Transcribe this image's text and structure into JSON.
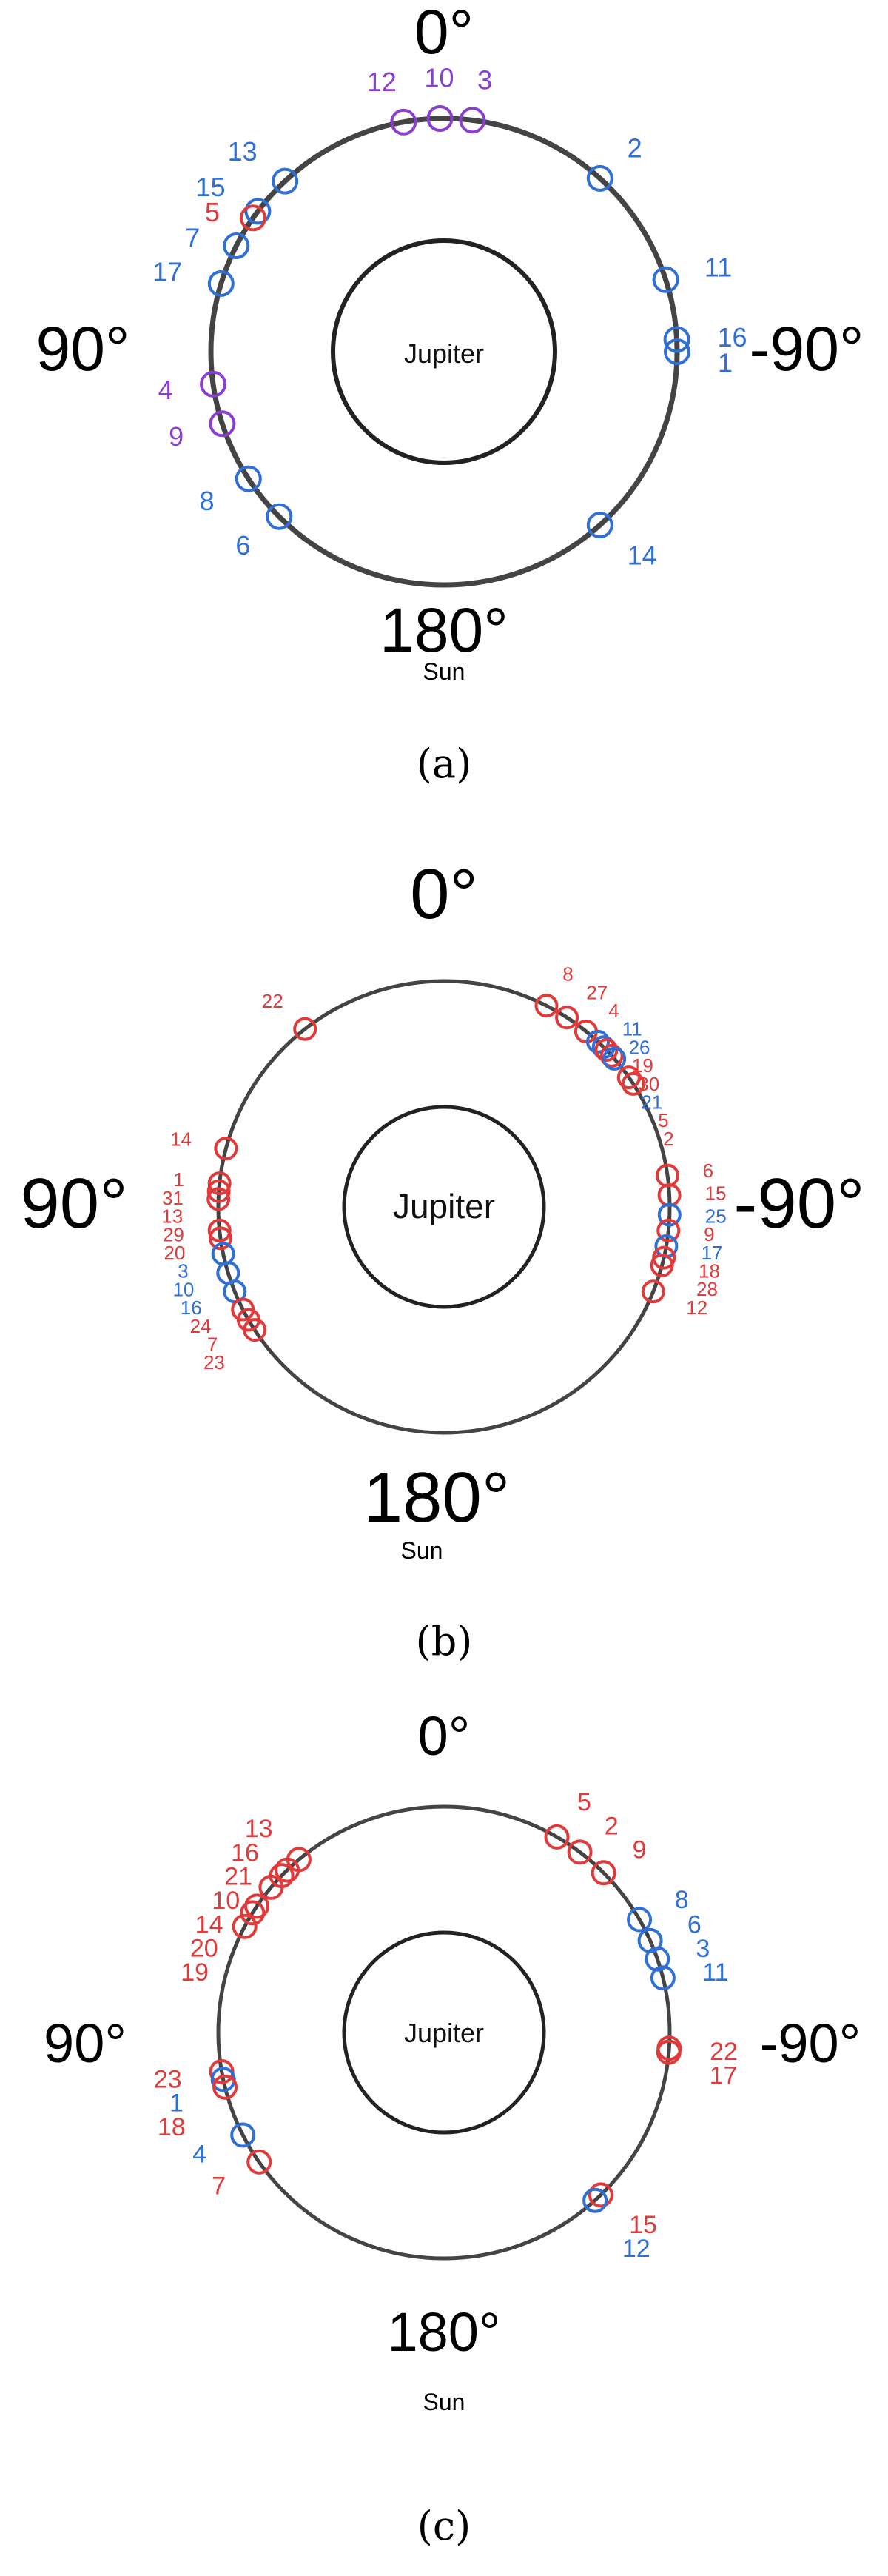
{
  "common": {
    "angle_top": "0°",
    "angle_left": "90°",
    "angle_right": "-90°",
    "angle_bottom": "180°",
    "sun_label": "Sun",
    "planet_label": "Jupiter"
  },
  "colors": {
    "red": "#e03a3a",
    "blue": "#2f6fd6",
    "purple": "#8a3fd1",
    "ring": "#444444"
  },
  "panels": [
    {
      "caption": "(a)",
      "markers": [
        {
          "n": "12",
          "angle": 10,
          "color": "purple"
        },
        {
          "n": "10",
          "angle": 1,
          "color": "purple"
        },
        {
          "n": "3",
          "angle": -7,
          "color": "purple"
        },
        {
          "n": "2",
          "angle": -42,
          "color": "blue"
        },
        {
          "n": "11",
          "angle": -72,
          "color": "blue"
        },
        {
          "n": "16",
          "angle": -87,
          "color": "blue"
        },
        {
          "n": "1",
          "angle": -90,
          "color": "blue"
        },
        {
          "n": "14",
          "angle": -138,
          "color": "blue"
        },
        {
          "n": "13",
          "angle": 43,
          "color": "blue"
        },
        {
          "n": "15",
          "angle": 53,
          "color": "blue"
        },
        {
          "n": "5",
          "angle": 55,
          "color": "red"
        },
        {
          "n": "7",
          "angle": 63,
          "color": "blue"
        },
        {
          "n": "17",
          "angle": 73,
          "color": "blue"
        },
        {
          "n": "4",
          "angle": 98,
          "color": "purple"
        },
        {
          "n": "9",
          "angle": 108,
          "color": "purple"
        },
        {
          "n": "8",
          "angle": 123,
          "color": "blue"
        },
        {
          "n": "6",
          "angle": 135,
          "color": "blue"
        }
      ]
    },
    {
      "caption": "(b)",
      "markers": [
        {
          "n": "22",
          "angle": 38,
          "color": "red"
        },
        {
          "n": "8",
          "angle": -27,
          "color": "red"
        },
        {
          "n": "27",
          "angle": -33,
          "color": "red"
        },
        {
          "n": "4",
          "angle": -39,
          "color": "red"
        },
        {
          "n": "11",
          "angle": -43,
          "color": "blue"
        },
        {
          "n": "26",
          "angle": -45,
          "color": "blue"
        },
        {
          "n": "19",
          "angle": -46,
          "color": "red"
        },
        {
          "n": "30",
          "angle": -48,
          "color": "red"
        },
        {
          "n": "21",
          "angle": -49,
          "color": "blue"
        },
        {
          "n": "5",
          "angle": -55,
          "color": "red"
        },
        {
          "n": "2",
          "angle": -57,
          "color": "red"
        },
        {
          "n": "6",
          "angle": -82,
          "color": "red"
        },
        {
          "n": "15",
          "angle": -87,
          "color": "red"
        },
        {
          "n": "25",
          "angle": -92,
          "color": "blue"
        },
        {
          "n": "9",
          "angle": -96,
          "color": "red"
        },
        {
          "n": "17",
          "angle": -100,
          "color": "blue"
        },
        {
          "n": "18",
          "angle": -103,
          "color": "red"
        },
        {
          "n": "28",
          "angle": -105,
          "color": "red"
        },
        {
          "n": "12",
          "angle": -112,
          "color": "red"
        },
        {
          "n": "14",
          "angle": 75,
          "color": "red"
        },
        {
          "n": "1",
          "angle": 84,
          "color": "red"
        },
        {
          "n": "31",
          "angle": 86,
          "color": "red"
        },
        {
          "n": "13",
          "angle": 88,
          "color": "red"
        },
        {
          "n": "29",
          "angle": 96,
          "color": "red"
        },
        {
          "n": "20",
          "angle": 98,
          "color": "red"
        },
        {
          "n": "3",
          "angle": 102,
          "color": "blue"
        },
        {
          "n": "10",
          "angle": 107,
          "color": "blue"
        },
        {
          "n": "16",
          "angle": 112,
          "color": "blue"
        },
        {
          "n": "24",
          "angle": 117,
          "color": "red"
        },
        {
          "n": "7",
          "angle": 120,
          "color": "red"
        },
        {
          "n": "23",
          "angle": 123,
          "color": "red"
        }
      ]
    },
    {
      "caption": "(c)",
      "markers": [
        {
          "n": "13",
          "angle": 40,
          "color": "red"
        },
        {
          "n": "16",
          "angle": 44,
          "color": "red"
        },
        {
          "n": "21",
          "angle": 46,
          "color": "red"
        },
        {
          "n": "10",
          "angle": 50,
          "color": "red"
        },
        {
          "n": "14",
          "angle": 56,
          "color": "red"
        },
        {
          "n": "20",
          "angle": 58,
          "color": "red"
        },
        {
          "n": "19",
          "angle": 62,
          "color": "red"
        },
        {
          "n": "23",
          "angle": 100,
          "color": "red"
        },
        {
          "n": "1",
          "angle": 102,
          "color": "blue"
        },
        {
          "n": "18",
          "angle": 104,
          "color": "red"
        },
        {
          "n": "4",
          "angle": 117,
          "color": "blue"
        },
        {
          "n": "7",
          "angle": 125,
          "color": "red"
        },
        {
          "n": "5",
          "angle": -30,
          "color": "red"
        },
        {
          "n": "2",
          "angle": -37,
          "color": "red"
        },
        {
          "n": "9",
          "angle": -45,
          "color": "red"
        },
        {
          "n": "8",
          "angle": -60,
          "color": "blue"
        },
        {
          "n": "6",
          "angle": -66,
          "color": "blue"
        },
        {
          "n": "3",
          "angle": -71,
          "color": "blue"
        },
        {
          "n": "11",
          "angle": -76,
          "color": "blue"
        },
        {
          "n": "22",
          "angle": -94,
          "color": "red"
        },
        {
          "n": "17",
          "angle": -95,
          "color": "red"
        },
        {
          "n": "15",
          "angle": -136,
          "color": "red"
        },
        {
          "n": "12",
          "angle": -138,
          "color": "blue"
        }
      ]
    }
  ]
}
